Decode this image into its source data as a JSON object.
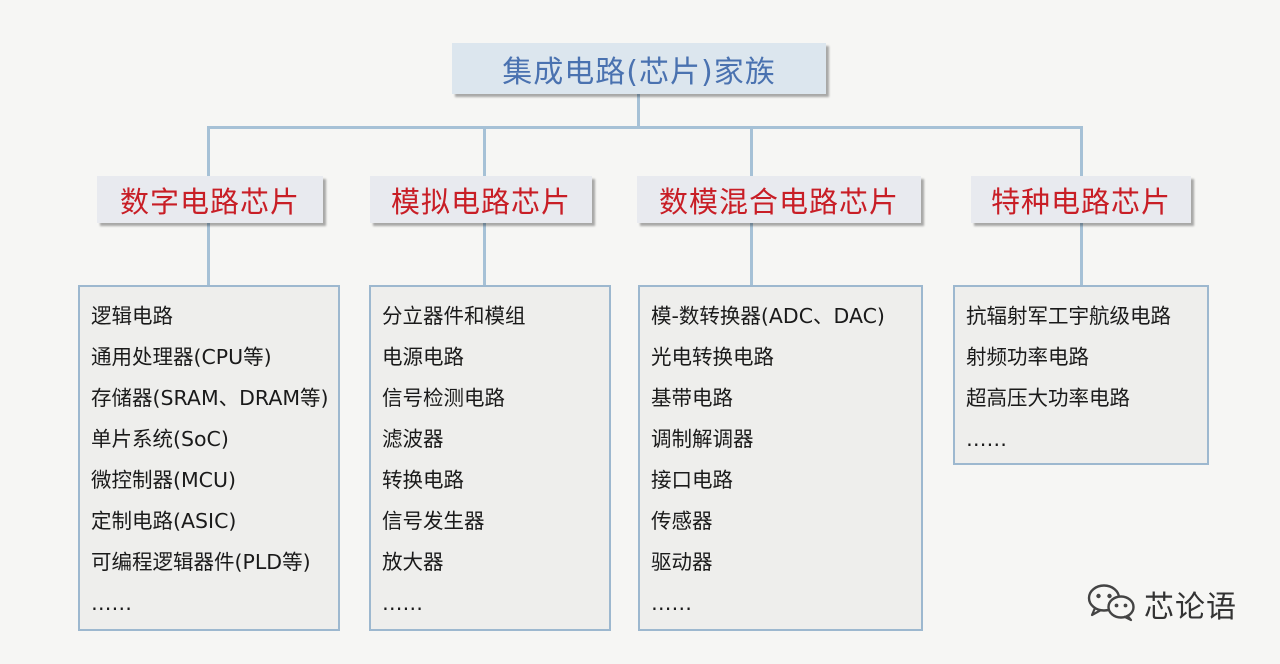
{
  "root": {
    "label": "集成电路(芯片)家族"
  },
  "categories": [
    {
      "key": "digital",
      "label": "数字电路芯片",
      "items": [
        "逻辑电路",
        "通用处理器(CPU等)",
        "存储器(SRAM、DRAM等)",
        "单片系统(SoC)",
        "微控制器(MCU)",
        "定制电路(ASIC)",
        "可编程逻辑器件(PLD等)",
        "……"
      ]
    },
    {
      "key": "analog",
      "label": "模拟电路芯片",
      "items": [
        "分立器件和模组",
        "电源电路",
        "信号检测电路",
        "滤波器",
        "转换电路",
        "信号发生器",
        "放大器",
        "……"
      ]
    },
    {
      "key": "mixed-signal",
      "label": "数模混合电路芯片",
      "items": [
        "模-数转换器(ADC、DAC)",
        "光电转换电路",
        "基带电路",
        "调制解调器",
        "接口电路",
        "传感器",
        "驱动器",
        "……"
      ]
    },
    {
      "key": "special",
      "label": "特种电路芯片",
      "items": [
        "抗辐射军工宇航级电路",
        "射频功率电路",
        "超高压大功率电路",
        "……"
      ]
    }
  ],
  "watermark": {
    "text": "芯论语",
    "icon": "wechat-icon"
  },
  "colors": {
    "root_text": "#4a72b0",
    "category_text": "#c81e26",
    "connector": "#a6c1d6",
    "list_border": "#9db8cf"
  }
}
